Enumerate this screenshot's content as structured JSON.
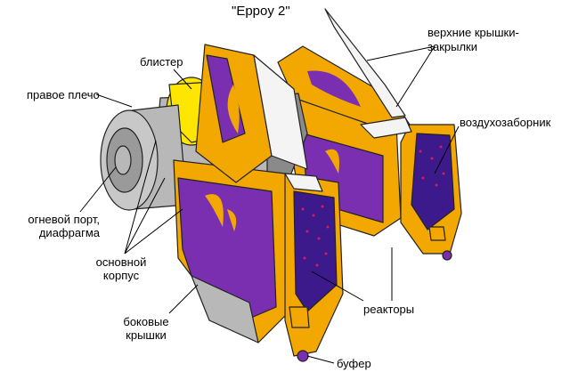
{
  "title": "\"Eppoy 2\"",
  "labels": {
    "top_flaps_1": "верхние крышки-",
    "top_flaps_2": "закрылки",
    "blister": "блистер",
    "air_intake": "воздухозаборник",
    "right_shoulder": "правое плечо",
    "fire_port_1": "огневой порт,",
    "fire_port_2": "диафрагма",
    "main_body_1": "основной",
    "main_body_2": "корпус",
    "reactors": "реакторы",
    "side_covers_1": "боковые",
    "side_covers_2": "крышки",
    "buffer": "буфер"
  },
  "colors": {
    "orange": "#f2a800",
    "yellow": "#ffe600",
    "purple": "#7a2fb0",
    "dark_purple": "#3c1a8c",
    "gray": "#b8b8b8",
    "dark_gray": "#8a8a8a",
    "white_panel": "#f4f4f4"
  }
}
